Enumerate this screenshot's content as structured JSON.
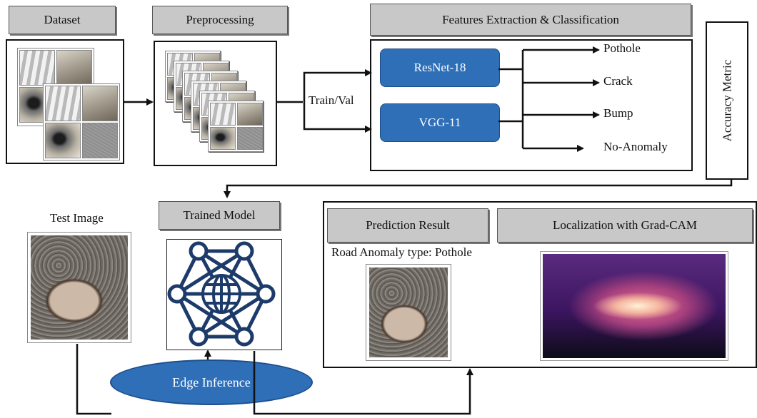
{
  "headers": {
    "dataset": "Dataset",
    "preprocessing": "Preprocessing",
    "features": "Features Extraction & Classification",
    "trained_model": "Trained Model",
    "prediction_result": "Prediction Result",
    "localization": "Localization with Grad-CAM"
  },
  "models": {
    "resnet": "ResNet-18",
    "vgg": "VGG-11"
  },
  "classes": [
    "Pothole",
    "Crack",
    "Bump",
    "No-Anomaly"
  ],
  "train_val": "Train/Val",
  "accuracy_metric": "Accuracy Metric",
  "test_image": "Test Image",
  "anomaly_type": "Road Anomaly type: Pothole",
  "edge_inference": "Edge Inference",
  "colors": {
    "model_blue": "#2f6fb8",
    "header_gray": "#c8c8c8",
    "network_blue": "#1d3b6a"
  },
  "icons": [
    "neural-network-icon",
    "globe-icon"
  ]
}
